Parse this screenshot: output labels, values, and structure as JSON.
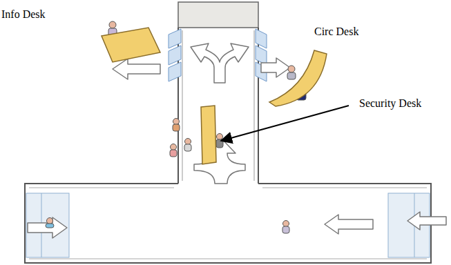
{
  "diagram": {
    "nodes": [
      {
        "text": [
          "Info Desk"
        ]
      },
      {
        "text": [
          "Circ Desk"
        ]
      },
      {
        "text": [
          "Security Desk"
        ]
      }
    ]
  }
}
